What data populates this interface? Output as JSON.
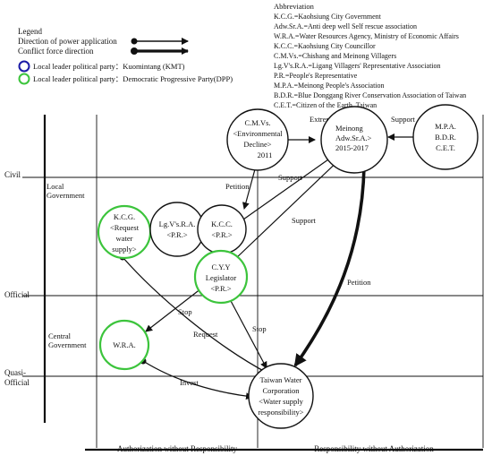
{
  "legend": {
    "title": "Legend",
    "power_arrow_label": "Direction of power application",
    "conflict_arrow_label": "Conflict force direction",
    "kmt_label": "Local leader political party：Kuomintang (KMT)",
    "dpp_label": "Local leader political party：Democratic Progressive Party(DPP)",
    "kmt_color": "#1a1aa6",
    "dpp_color": "#3cc43c"
  },
  "abbreviations": {
    "title": "Abbreviation",
    "items": [
      "K.C.G.=Kaohsiung City Government",
      "Adw.Sr.A.=Anti deep well Self rescue association",
      "W.R.A.=Water Resources Agency, Ministry of Economic Affairs",
      "K.C.C.=Kaohsiung City Councillor",
      "C.M.Vs.=Chishang and Meinong Villagers",
      "Lg.V's.R.A.=Ligang Villagers' Representative Association",
      "P.R.=People's Representative",
      "M.P.A.=Meinong People's Association",
      "B.D.R.=Blue Donggang River Conservation Association of Taiwan",
      "C.E.T.=Citizen of the Earth, Taiwan"
    ]
  },
  "levels": {
    "civil": "Civil",
    "local_government": [
      "Local",
      "Government"
    ],
    "official": "Official",
    "central_government": [
      "Central",
      "Government"
    ],
    "quasi_official": [
      "Quasi-",
      "Official"
    ]
  },
  "bottom": {
    "left": "Authorization without Responsibility",
    "right": "Responsibility without Authorization"
  },
  "nodes": {
    "cmvs": [
      "C.M.Vs.",
      "<Environmental",
      "Decline>",
      "2011"
    ],
    "meinong": [
      "Meinong",
      "Adw.Sr.A.>",
      "2015-2017"
    ],
    "mpa": [
      "M.P.A.",
      "B.D.R.",
      "C.E.T."
    ],
    "kcg": [
      "K.C.G.",
      "<Request",
      "water",
      "supply>"
    ],
    "lgv": [
      "Lg.V's.R.A.",
      "<P.R.>"
    ],
    "kcc": [
      "K.C.C.",
      "<P.R.>"
    ],
    "cyy": [
      "C.Y.Y",
      "Legislator",
      "<P.R.>"
    ],
    "wra": [
      "W.R.A."
    ],
    "twc": [
      "Taiwan Water",
      "Corporation",
      "<Water supply",
      "responsibility>"
    ]
  },
  "edge_labels": {
    "extreme": "Extreme",
    "support_top": "Support",
    "petition_left": "Petition",
    "support_mid": "Support",
    "support_lower": "Support",
    "petition_right": "Petition",
    "stop_left": "Stop",
    "stop_right": "Stop",
    "request": "Request",
    "invest": "Invest"
  }
}
